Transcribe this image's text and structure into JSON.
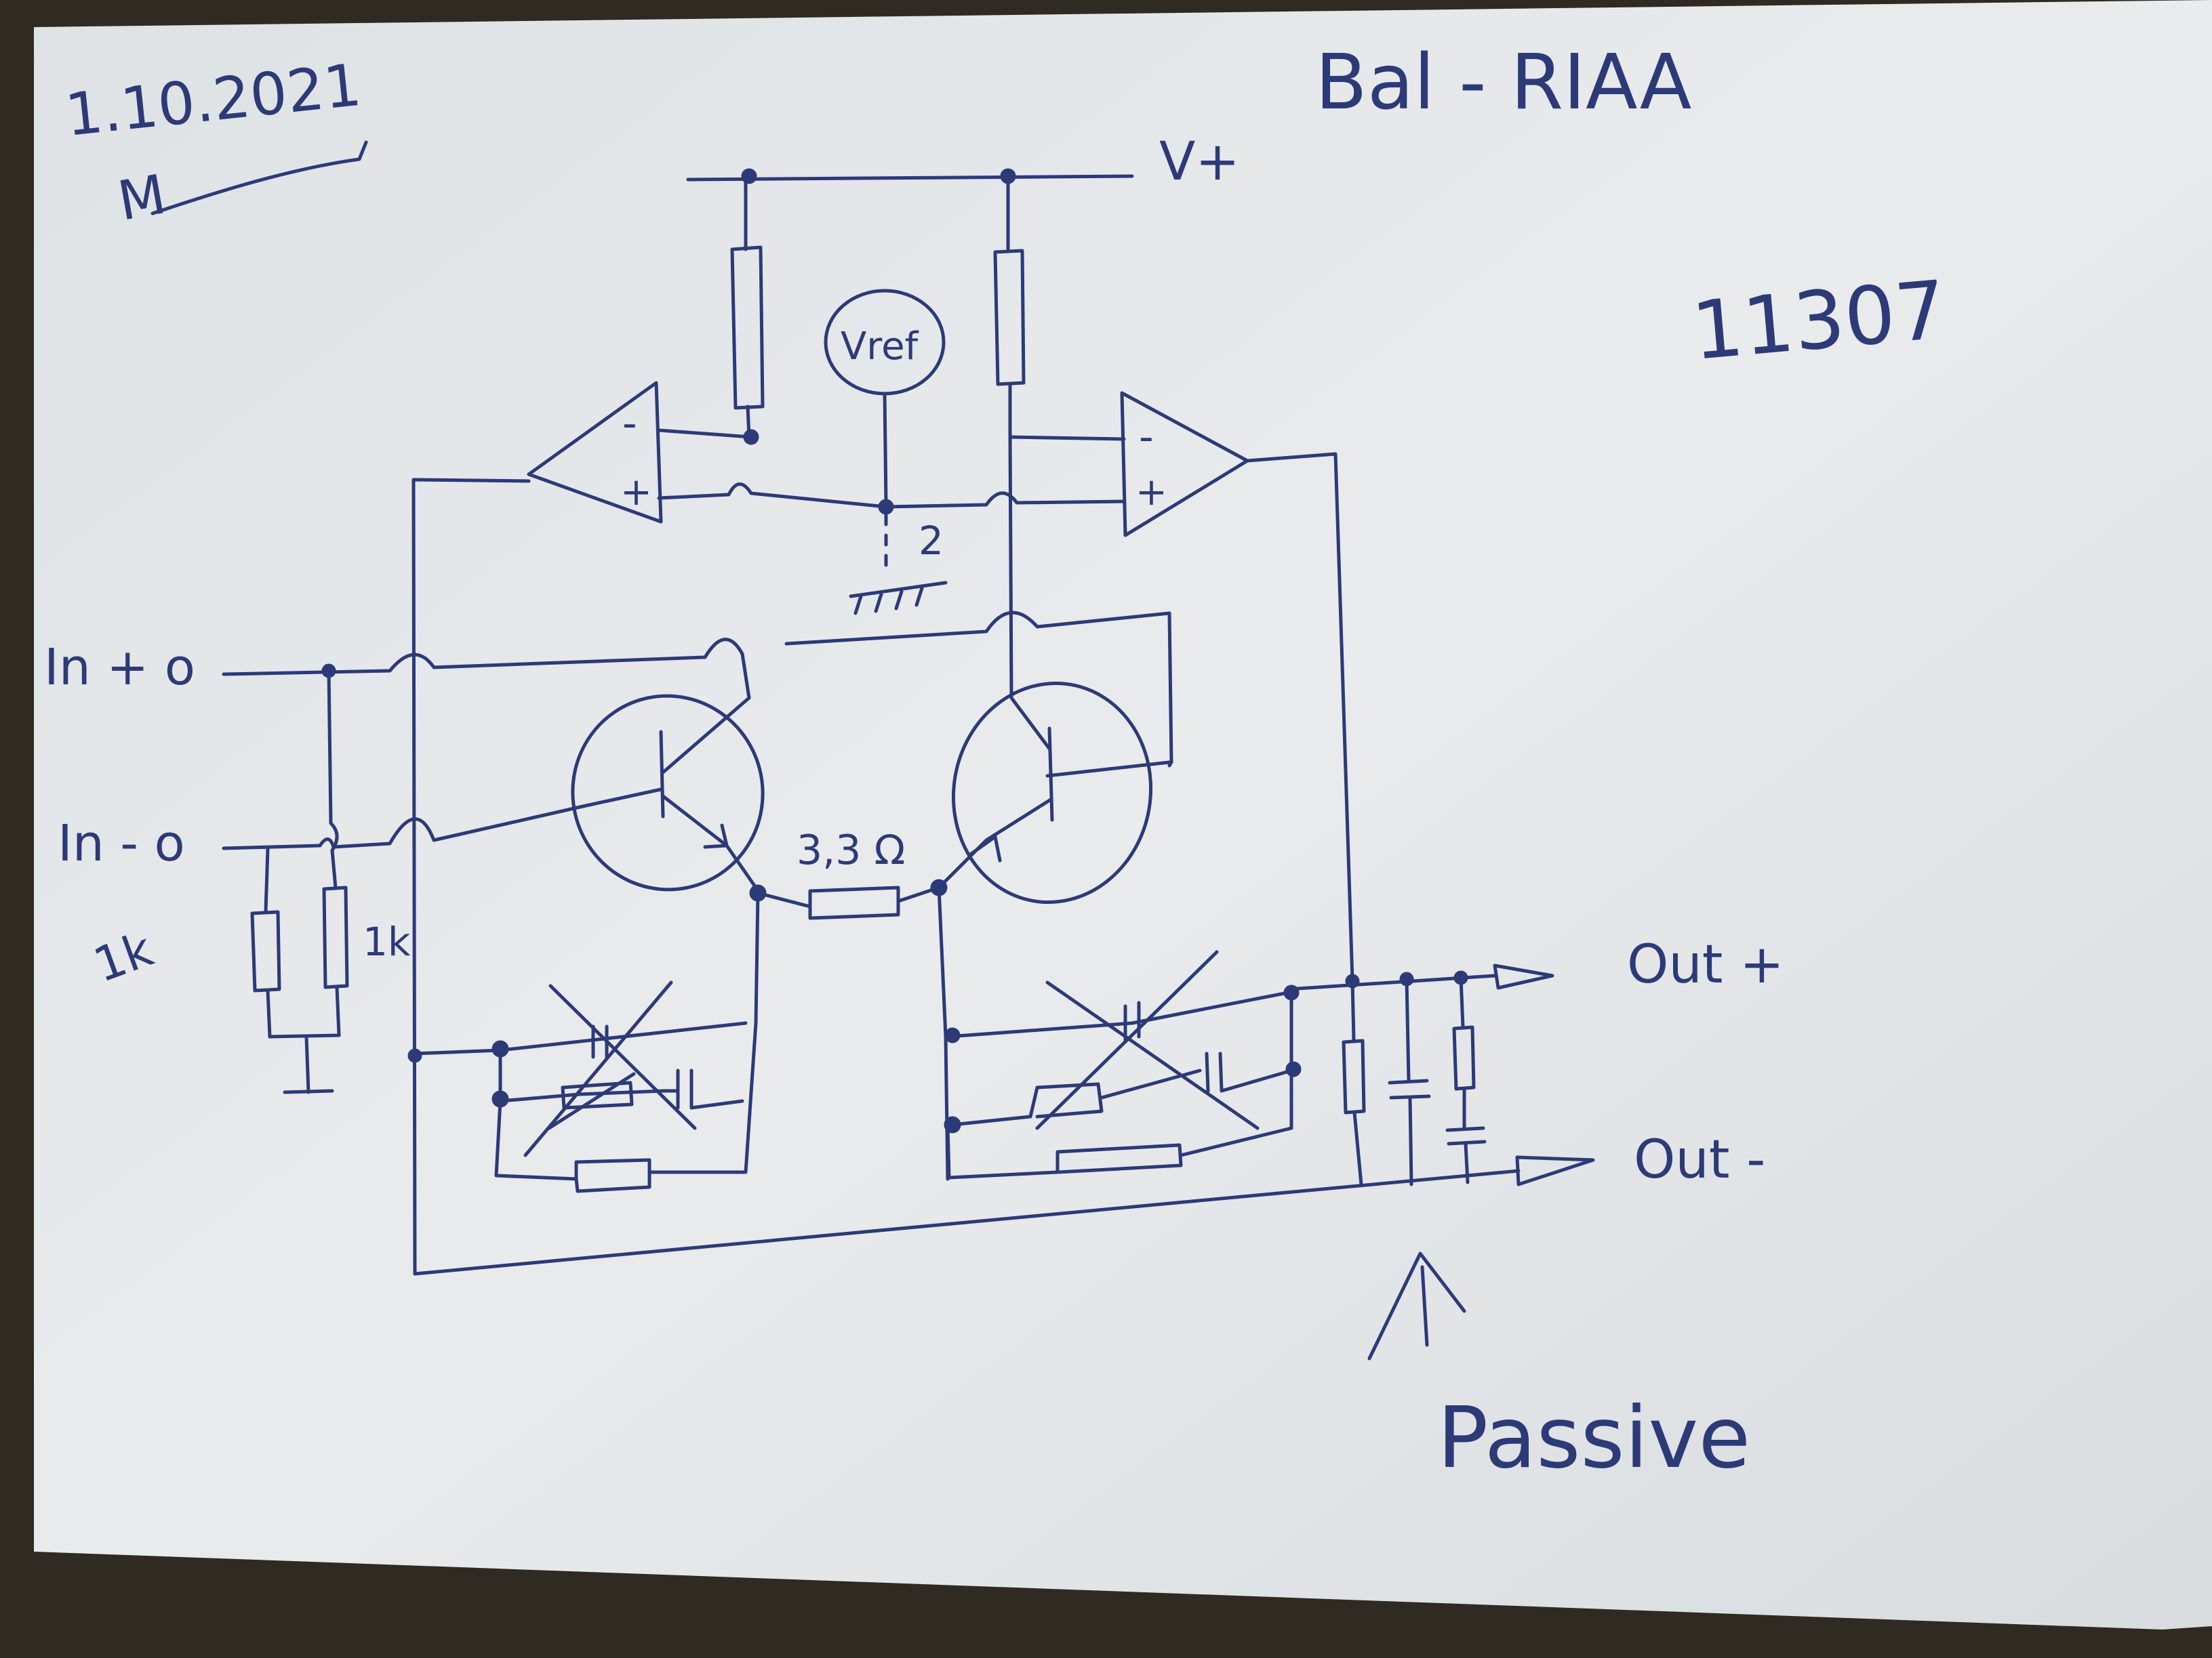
{
  "sheet": {
    "date": "1.10.2021",
    "initials": "M",
    "title": "Bal - RIAA",
    "ref_number": "11307",
    "note": "Passive"
  },
  "labels": {
    "supply": "V+",
    "vref": "Vref",
    "vref_divider": "2",
    "emitter_resistor": "3,3 Ω",
    "input_plus": "In + o",
    "input_minus": "In - o",
    "resistor_left": "1k",
    "resistor_right": "1k",
    "output_plus": "Out +",
    "output_minus": "Out -",
    "opamp_left_inverting": "-",
    "opamp_left_noninverting": "+",
    "opamp_right_inverting": "-",
    "opamp_right_noninverting": "+"
  },
  "colors": {
    "ink": "#2d3a78",
    "paper": "#e6e8ea",
    "background": "#2f2a22"
  }
}
